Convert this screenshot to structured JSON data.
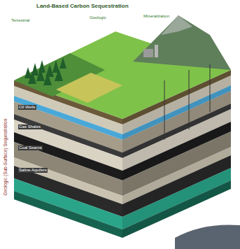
{
  "diagram": {
    "title": "Land-Based Carbon Sequestration",
    "labels": [
      "Terrestrial",
      "Geologic",
      "Mineralization",
      "Geologic (Sub-Surface) Sequestration",
      "Oil Wells",
      "Gas Shales",
      "Coal Seams",
      "Saline Aquifers"
    ]
  }
}
